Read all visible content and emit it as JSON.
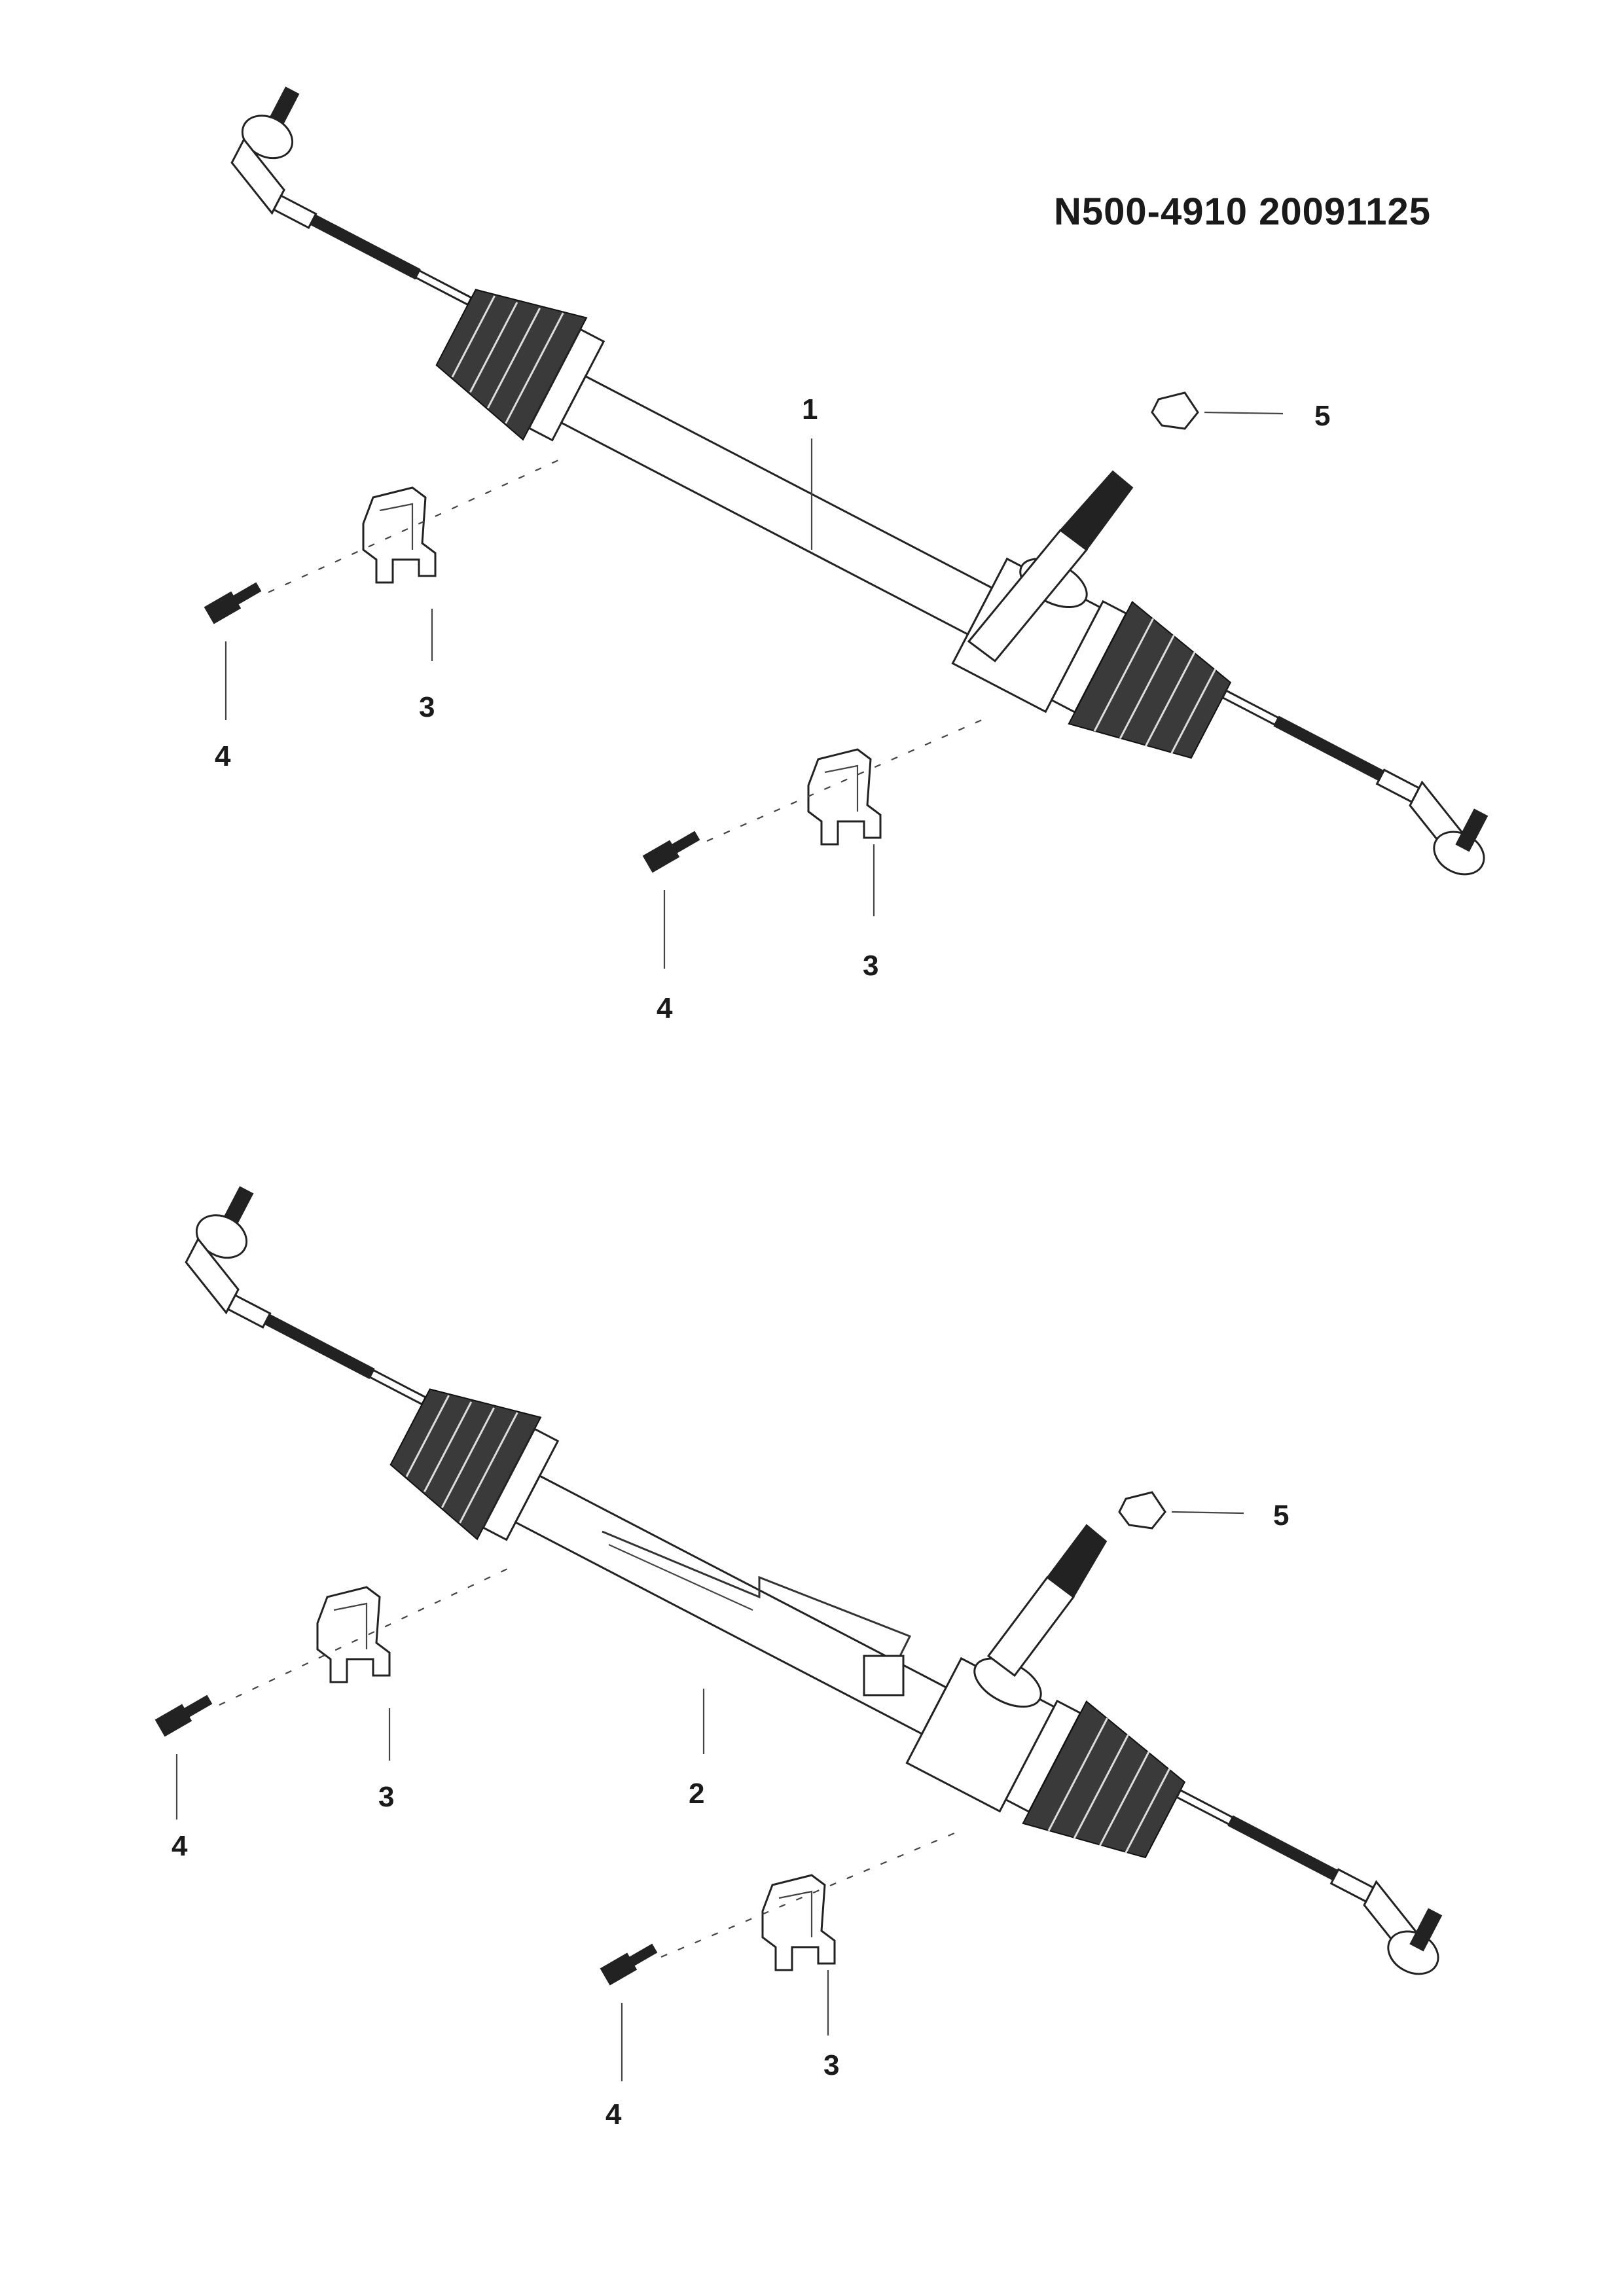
{
  "header": {
    "code": "N500-4910  20091125"
  },
  "callouts": {
    "top": {
      "rack": "1",
      "bracket_left": "3",
      "bolt_left": "4",
      "bracket_right": "3",
      "bolt_right": "4",
      "nut": "5"
    },
    "bottom": {
      "rack": "2",
      "bracket_left": "3",
      "bolt_left": "4",
      "bracket_right": "3",
      "bolt_right": "4",
      "nut": "5"
    }
  }
}
